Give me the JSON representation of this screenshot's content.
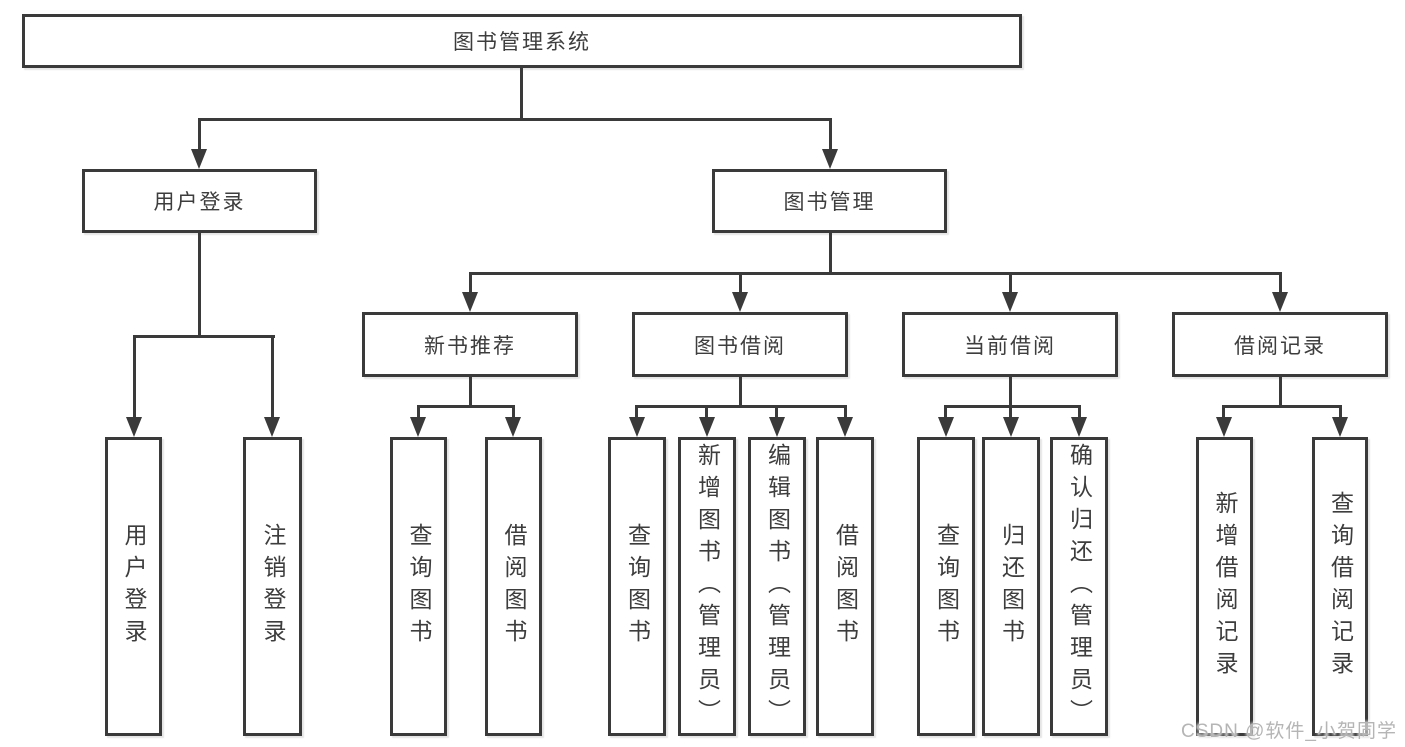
{
  "tree": {
    "root": "图书管理系统",
    "user_login": {
      "label": "用户登录",
      "leaves": [
        "用户登录",
        "注销登录"
      ]
    },
    "book_mgmt": {
      "label": "图书管理",
      "sections": {
        "new_book": {
          "label": "新书推荐",
          "leaves": [
            "查询图书",
            "借阅图书"
          ]
        },
        "borrow": {
          "label": "图书借阅",
          "leaves": [
            "查询图书",
            "新增图书（管理员）",
            "编辑图书（管理员）",
            "借阅图书"
          ]
        },
        "current": {
          "label": "当前借阅",
          "leaves": [
            "查询图书",
            "归还图书",
            "确认归还（管理员）"
          ]
        },
        "records": {
          "label": "借阅记录",
          "leaves": [
            "新增借阅记录",
            "查询借阅记录"
          ]
        }
      }
    }
  },
  "watermark": "CSDN @软件_小贺同学",
  "colors": {
    "line": "#3a3a3a",
    "text": "#3d3d3d",
    "watermark": "#b5b5b5",
    "background": "#ffffff"
  }
}
